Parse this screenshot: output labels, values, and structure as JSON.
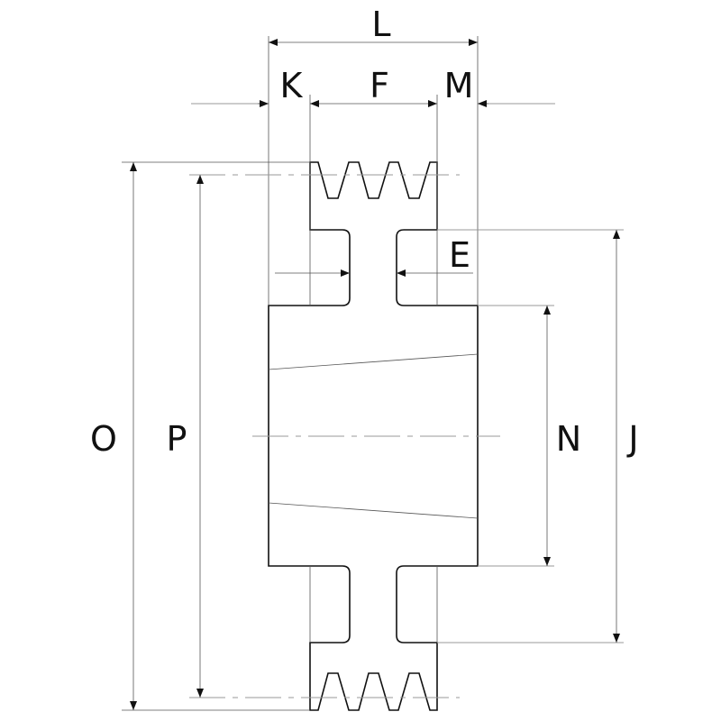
{
  "labels": {
    "L": "L",
    "K": "K",
    "F": "F",
    "M": "M",
    "E": "E",
    "O": "O",
    "P": "P",
    "N": "N",
    "J": "J"
  },
  "colors": {
    "line": "#111111",
    "dimension": "#555555"
  }
}
